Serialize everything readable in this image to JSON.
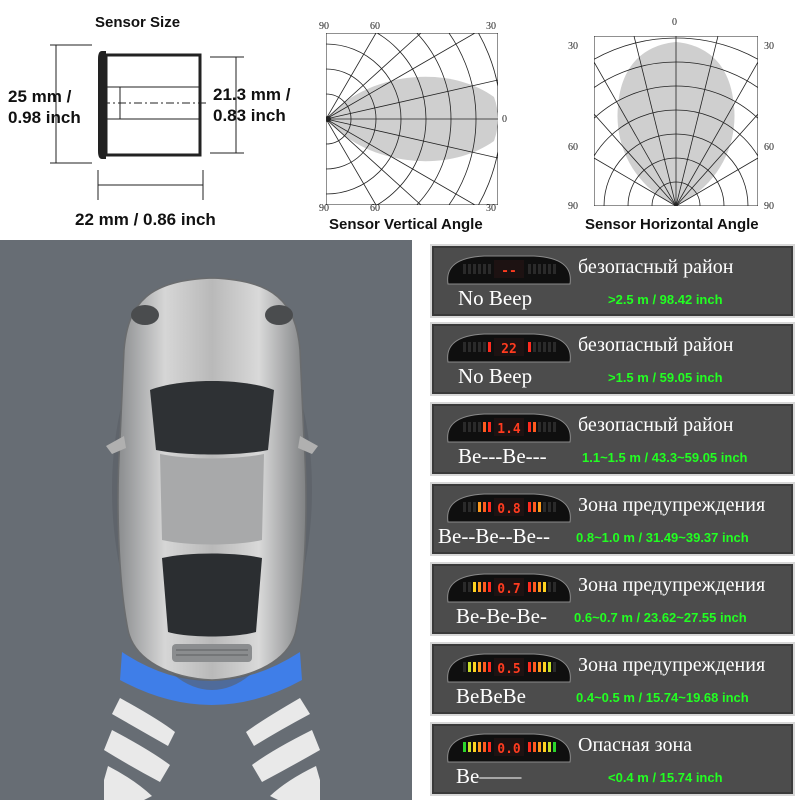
{
  "sensor_size": {
    "title": "Sensor Size",
    "height_outer_line1": "25 mm /",
    "height_outer_line2": "0.98 inch",
    "height_inner_line1": "21.3 mm /",
    "height_inner_line2": "0.83 inch",
    "width": "22 mm / 0.86 inch"
  },
  "vertical_angle": {
    "caption": "Sensor Vertical Angle",
    "labels": {
      "top_left": "90",
      "top_mid": "60",
      "top_right": "30",
      "right": "0",
      "bottom_left": "90",
      "bottom_mid": "60",
      "bottom_right": "30"
    }
  },
  "horizontal_angle": {
    "caption": "Sensor Horizontal Angle",
    "labels": {
      "top": "0",
      "left_top": "30",
      "right_top": "30",
      "left_mid": "60",
      "right_mid": "60",
      "left_bottom": "90",
      "right_bottom": "90"
    }
  },
  "colors": {
    "zone_text": "#ffffff",
    "distance_text": "#22ff22",
    "panel_bg": "#4c4c4c",
    "led_red": "#ff3b1f",
    "photo_bg": "#676d74",
    "arc_blue": "#3f7ee8"
  },
  "panels": [
    {
      "display": "--",
      "zone": "безопасный район",
      "beep": "No Beep",
      "distance": ">2.5 m / 98.42 inch",
      "bars_lit": 0
    },
    {
      "display": "22",
      "zone": "безопасный район",
      "beep": "No Beep",
      "distance": ">1.5 m / 59.05 inch",
      "bars_lit": 1
    },
    {
      "display": "1.4",
      "zone": "безопасный район",
      "beep": "Be---Be---",
      "distance": "1.1~1.5 m / 43.3~59.05 inch",
      "bars_lit": 2
    },
    {
      "display": "0.8",
      "zone": "Зона предупреждения",
      "beep": "Be--Be--Be--",
      "distance": "0.8~1.0 m / 31.49~39.37 inch",
      "bars_lit": 3
    },
    {
      "display": "0.7",
      "zone": "Зона предупреждения",
      "beep": "Be-Be-Be-",
      "distance": "0.6~0.7 m / 23.62~27.55 inch",
      "bars_lit": 4
    },
    {
      "display": "0.5",
      "zone": "Зона предупреждения",
      "beep": "BeBeBe",
      "distance": "0.4~0.5 m / 15.74~19.68 inch",
      "bars_lit": 5
    },
    {
      "display": "0.0",
      "zone": "Опасная зона",
      "beep": "Be——",
      "distance": "<0.4 m / 15.74 inch",
      "bars_lit": 6
    }
  ]
}
